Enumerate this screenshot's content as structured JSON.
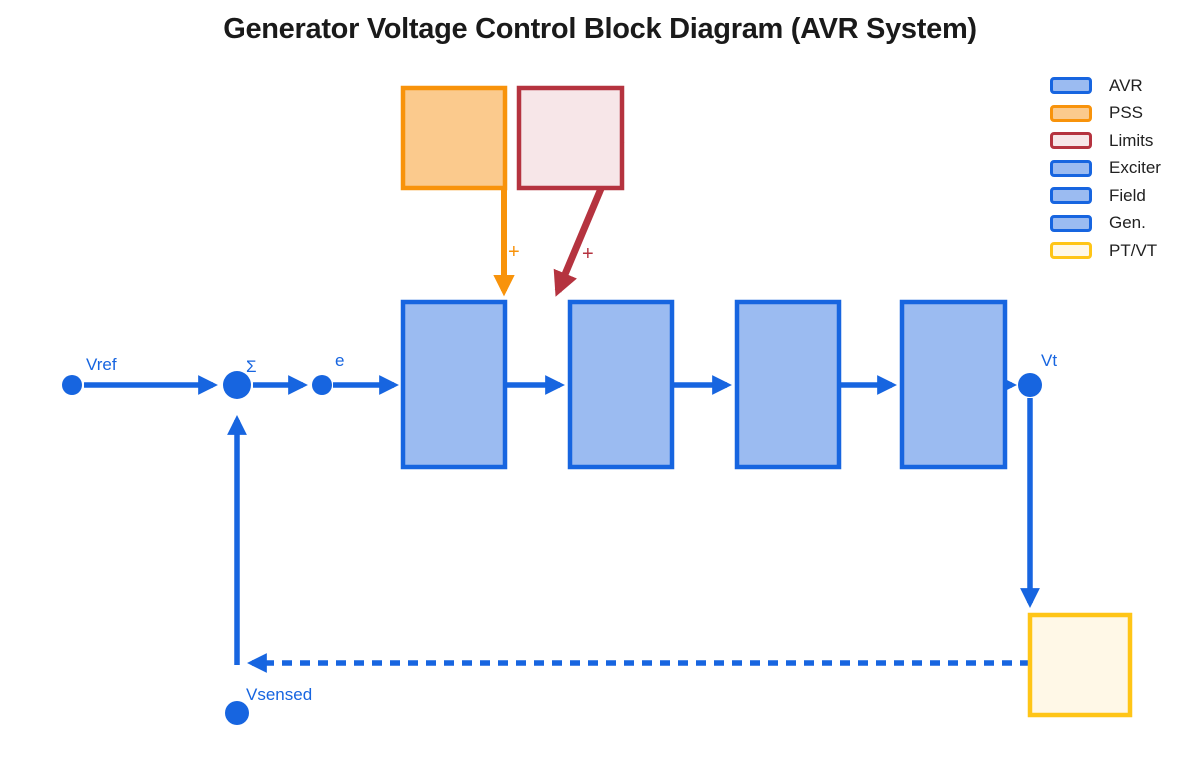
{
  "title": "Generator Voltage Control Block Diagram (AVR System)",
  "colors": {
    "blue": "#1765E0",
    "blue-fill": "#9BBBF1",
    "orange": "#F8930B",
    "orange-fill": "#FBCA8D",
    "red": "#B5333F",
    "red-fill": "#F7E6E8",
    "yellow": "#FFC517",
    "yellow-fill": "#FFF8E7",
    "title-color": "#1A1A1A",
    "legend-text": "#212121"
  },
  "legend": {
    "items": [
      {
        "id": "avr",
        "label": "AVR",
        "fill": "#9BBBF1",
        "stroke": "#1765E0"
      },
      {
        "id": "pss",
        "label": "PSS",
        "fill": "#FBCA8D",
        "stroke": "#F8930B"
      },
      {
        "id": "limits",
        "label": "Limits",
        "fill": "#F7E6E8",
        "stroke": "#B5333F"
      },
      {
        "id": "exciter",
        "label": "Exciter",
        "fill": "#9BBBF1",
        "stroke": "#1765E0"
      },
      {
        "id": "field",
        "label": "Field",
        "fill": "#9BBBF1",
        "stroke": "#1765E0"
      },
      {
        "id": "gen",
        "label": "Gen.",
        "fill": "#9BBBF1",
        "stroke": "#1765E0"
      },
      {
        "id": "ptvt",
        "label": "PT/VT",
        "fill": "#FFF8E7",
        "stroke": "#FFC517"
      }
    ]
  },
  "labels": {
    "vref": "Vref",
    "sum": "Σ",
    "error": "e",
    "vt": "Vt",
    "vsensed": "Vsensed",
    "pss_plus": "+",
    "limits_plus": "+"
  }
}
